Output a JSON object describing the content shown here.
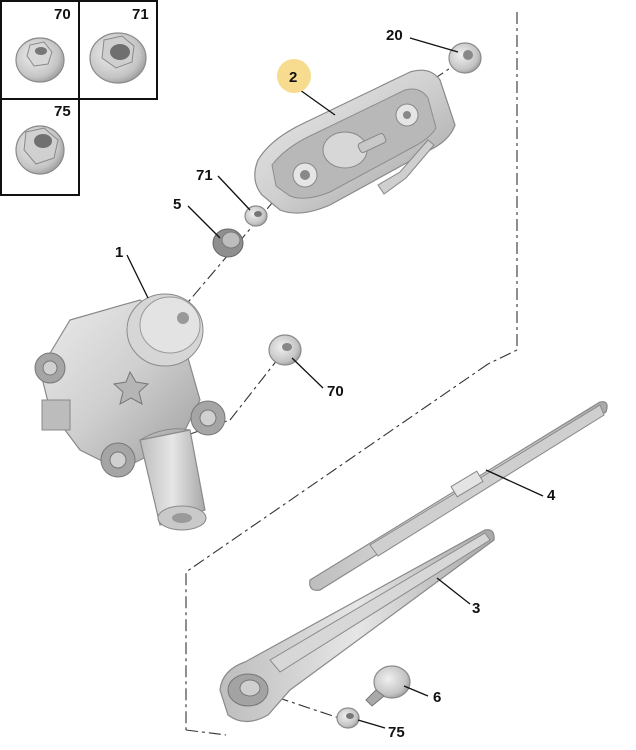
{
  "parts": {
    "p70_box": "70",
    "p71_box": "71",
    "p75_box": "75",
    "p20": "20",
    "p2": "2",
    "p71": "71",
    "p5": "5",
    "p1": "1",
    "p70": "70",
    "p4": "4",
    "p3": "3",
    "p6": "6",
    "p75": "75"
  },
  "colors": {
    "highlight": "#f7dc8f",
    "part_fill": "#d2d2d2",
    "part_dark": "#9a9a9a",
    "line": "#111111"
  }
}
